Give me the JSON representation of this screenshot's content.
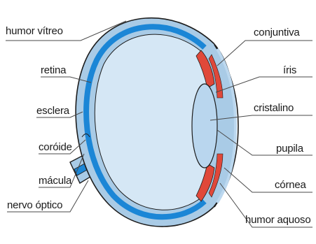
{
  "labels": {
    "humor_vitreo": "humor vítreo",
    "retina": "retina",
    "esclera": "esclera",
    "coroide": "coróide",
    "macula": "mácula",
    "nervo_optico": "nervo óptico",
    "conjuntiva": "conjuntiva",
    "iris": "íris",
    "cristalino": "cristalino",
    "pupila": "pupila",
    "cornea": "córnea",
    "humor_aquoso": "humor aquoso"
  },
  "colors": {
    "sclera": "#a9cbe6",
    "retina": "#1b86d6",
    "vitreous": "#d5e7f5",
    "lens": "#b9d6ee",
    "iris": "#e0483a",
    "cornea": "#bcd8ef",
    "outline": "#1d1d1d",
    "leader": "#4a4a4a"
  }
}
